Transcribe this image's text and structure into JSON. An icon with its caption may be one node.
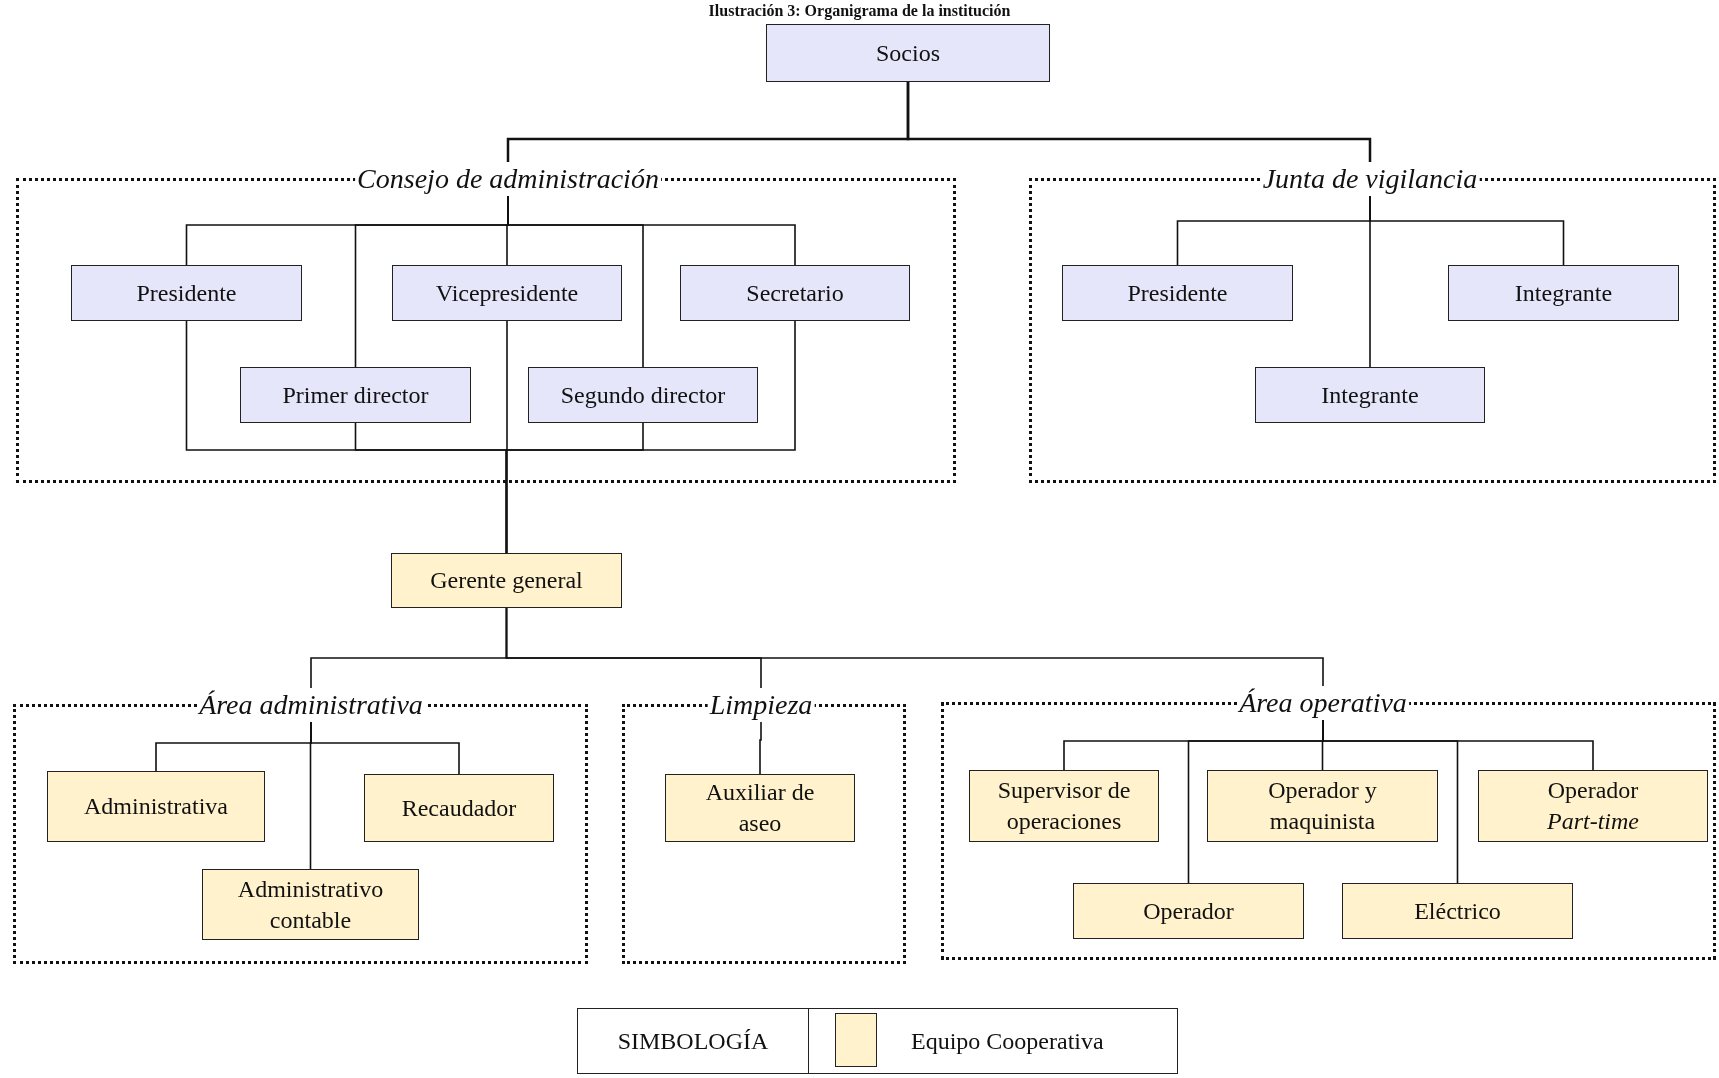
{
  "diagram": {
    "title": "Ilustración 3: Organigrama de la institución",
    "nodes": [
      {
        "text": [
          "Socios"
        ]
      },
      {
        "text": [
          "Consejo de administración"
        ]
      },
      {
        "text": [
          "Presidente"
        ],
        "in": 1
      },
      {
        "text": [
          "Vicepresidente"
        ],
        "in": 1
      },
      {
        "text": [
          "Secretario"
        ],
        "in": 1
      },
      {
        "text": [
          "Primer director"
        ],
        "in": 1
      },
      {
        "text": [
          "Segundo director"
        ],
        "in": 1
      },
      {
        "text": [
          "Junta de vigilancia"
        ]
      },
      {
        "text": [
          "Presidente"
        ],
        "in": 7
      },
      {
        "text": [
          "Integrante"
        ],
        "in": 7
      },
      {
        "text": [
          "Integrante"
        ],
        "in": 7
      },
      {
        "text": [
          "Gerente general"
        ]
      },
      {
        "text": [
          "Área administrativa"
        ]
      },
      {
        "text": [
          "Administrativa"
        ],
        "in": 12
      },
      {
        "text": [
          "Recaudador"
        ],
        "in": 12
      },
      {
        "text": [
          "Administrativo contable"
        ],
        "in": 12
      },
      {
        "text": [
          "Limpieza"
        ]
      },
      {
        "text": [
          "Auxiliar de aseo"
        ],
        "in": 16
      },
      {
        "text": [
          "Área operativa"
        ]
      },
      {
        "text": [
          "Supervisor de operaciones"
        ],
        "in": 18
      },
      {
        "text": [
          "Operador y maquinista"
        ],
        "in": 18
      },
      {
        "text": [
          "Operador *Part-time*"
        ],
        "in": 18
      },
      {
        "text": [
          "Operador"
        ],
        "in": 18
      },
      {
        "text": [
          "Eléctrico"
        ],
        "in": 18
      }
    ],
    "edges": [
      {
        "from": 0,
        "to": 1,
        "arrow": "none"
      },
      {
        "from": 0,
        "to": 7,
        "arrow": "none"
      },
      {
        "from": 1,
        "to": 2,
        "arrow": "none"
      },
      {
        "from": 1,
        "to": 3,
        "arrow": "none"
      },
      {
        "from": 1,
        "to": 4,
        "arrow": "none"
      },
      {
        "from": 1,
        "to": 5,
        "arrow": "none"
      },
      {
        "from": 1,
        "to": 6,
        "arrow": "none"
      },
      {
        "from": 7,
        "to": 8,
        "arrow": "none"
      },
      {
        "from": 7,
        "to": 9,
        "arrow": "none"
      },
      {
        "from": 7,
        "to": 10,
        "arrow": "none"
      },
      {
        "from": 2,
        "to": 11,
        "arrow": "none"
      },
      {
        "from": 3,
        "to": 11,
        "arrow": "none"
      },
      {
        "from": 4,
        "to": 11,
        "arrow": "none"
      },
      {
        "from": 5,
        "to": 11,
        "arrow": "none"
      },
      {
        "from": 6,
        "to": 11,
        "arrow": "none"
      },
      {
        "from": 11,
        "to": 12,
        "arrow": "none"
      },
      {
        "from": 11,
        "to": 16,
        "arrow": "none"
      },
      {
        "from": 11,
        "to": 18,
        "arrow": "none"
      },
      {
        "from": 12,
        "to": 13,
        "arrow": "none"
      },
      {
        "from": 12,
        "to": 14,
        "arrow": "none"
      },
      {
        "from": 12,
        "to": 15,
        "arrow": "none"
      },
      {
        "from": 16,
        "to": 17,
        "arrow": "none"
      },
      {
        "from": 18,
        "to": 19,
        "arrow": "none"
      },
      {
        "from": 18,
        "to": 20,
        "arrow": "none"
      },
      {
        "from": 18,
        "to": 21,
        "arrow": "none"
      },
      {
        "from": 18,
        "to": 22,
        "arrow": "none"
      },
      {
        "from": 18,
        "to": 23,
        "arrow": "none"
      }
    ],
    "labels": [
      "SIMBOLOGÍA"
    ],
    "legend": [
      {
        "text": "Equipo Cooperativa",
        "color": "#fff2cc"
      }
    ]
  }
}
